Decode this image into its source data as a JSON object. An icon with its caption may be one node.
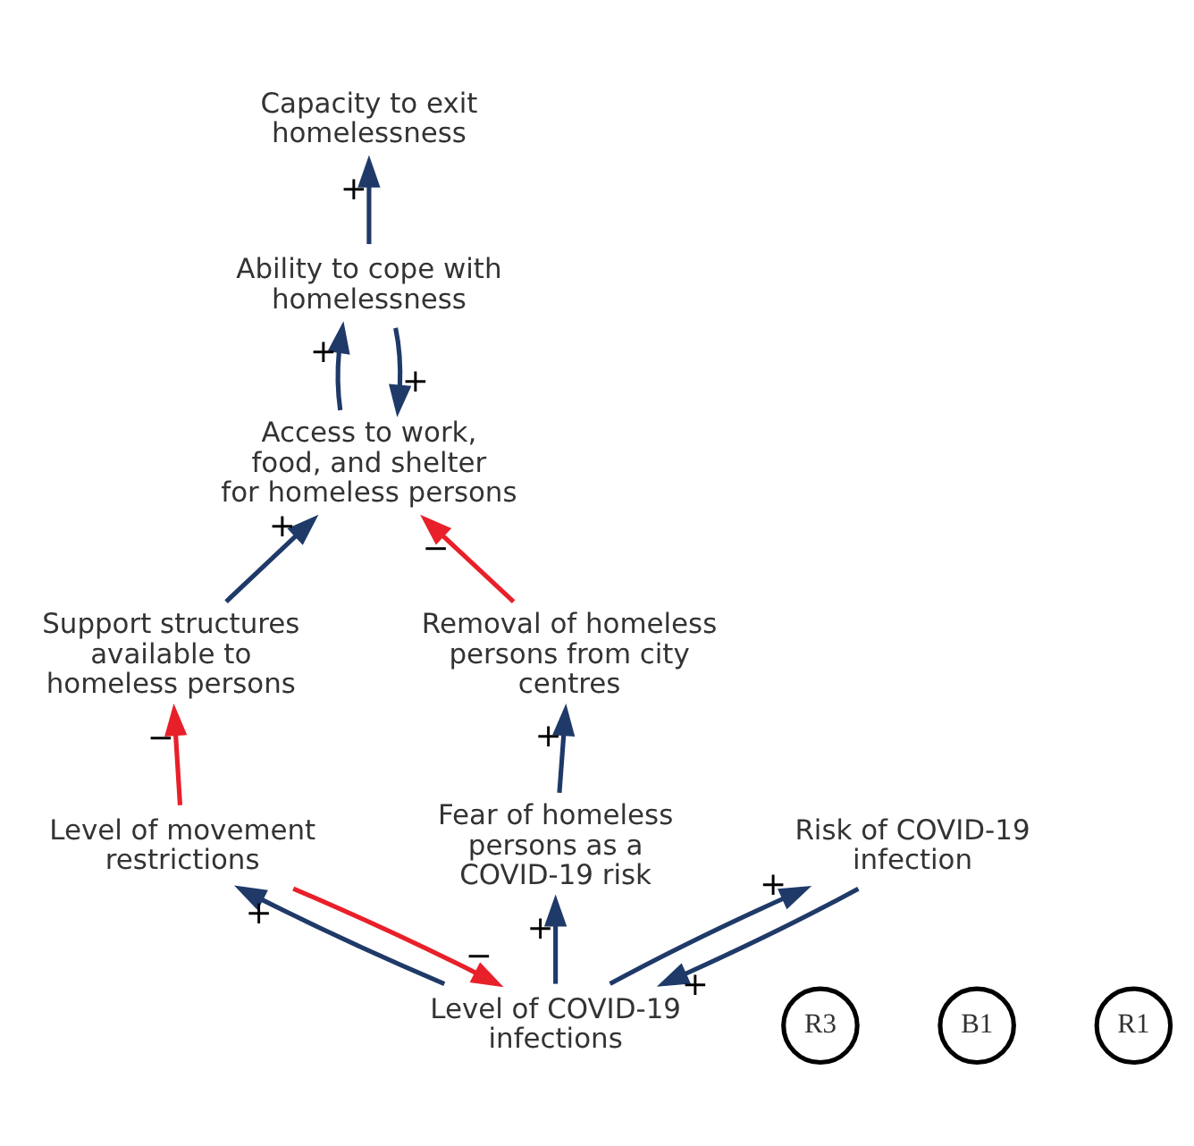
{
  "diagram": {
    "nodes": [
      {
        "text": [
          "Access to work, food, and shelter for homeless persons"
        ]
      },
      {
        "text": [
          "Ability to cope with homelessness"
        ]
      },
      {
        "text": [
          "Capacity to exit homelessness"
        ]
      },
      {
        "text": [
          "Removal of homeless persons from city centres"
        ]
      },
      {
        "text": [
          "Support structures available to homeless persons"
        ]
      },
      {
        "text": [
          "Fear of homeless persons as a COVID-19 risk"
        ]
      },
      {
        "text": [
          "Level of movement restrictions"
        ]
      },
      {
        "text": [
          "Level of COVID-19 infections"
        ]
      },
      {
        "text": [
          "Risk of COVID-19 infection"
        ]
      }
    ],
    "edges": [
      {
        "from": 0,
        "to": 1,
        "arrow": "to",
        "label": "+"
      },
      {
        "from": 1,
        "to": 0,
        "arrow": "to",
        "label": "+"
      },
      {
        "from": 1,
        "to": 2,
        "arrow": "to",
        "label": "+"
      },
      {
        "from": 3,
        "to": 0,
        "arrow": "to",
        "label": "−",
        "color": "#e8202a"
      },
      {
        "from": 4,
        "to": 0,
        "arrow": "to",
        "label": "+"
      },
      {
        "from": 5,
        "to": 3,
        "arrow": "to",
        "label": "+"
      },
      {
        "from": 6,
        "to": 4,
        "arrow": "to",
        "label": "−",
        "color": "#e8202a"
      },
      {
        "from": 6,
        "to": 7,
        "arrow": "to",
        "label": "−",
        "color": "#e8202a"
      },
      {
        "from": 7,
        "to": 5,
        "arrow": "to",
        "label": "+"
      },
      {
        "from": 7,
        "to": 6,
        "arrow": "to",
        "label": "+"
      },
      {
        "from": 7,
        "to": 8,
        "arrow": "to",
        "label": "+"
      },
      {
        "from": 8,
        "to": 7,
        "arrow": "to",
        "label": "+"
      }
    ],
    "labels": [
      "R3",
      "B1",
      "R1"
    ]
  }
}
